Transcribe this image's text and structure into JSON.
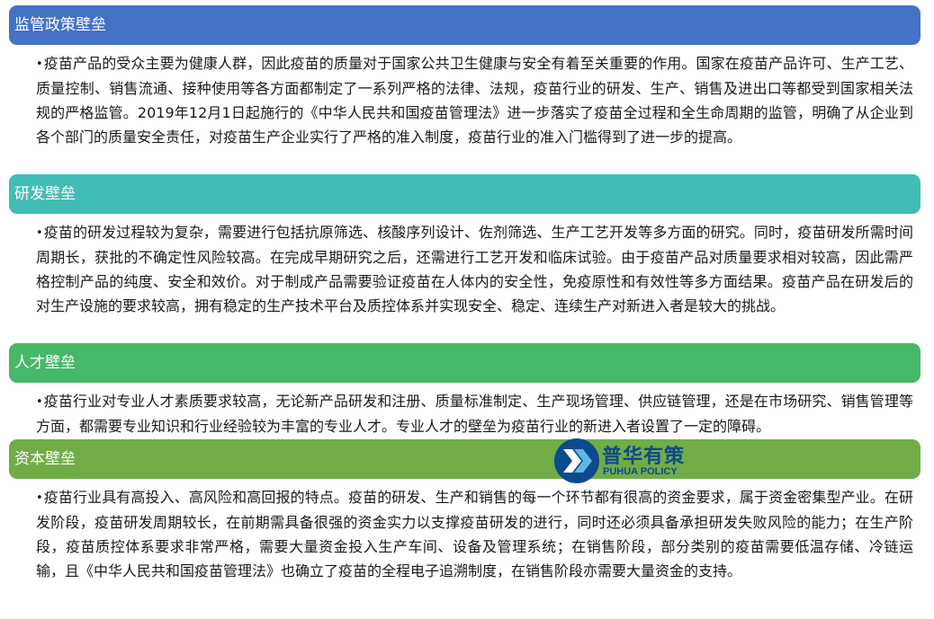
{
  "colors": {
    "regulatory_header": "#4472c4",
    "rnd_header": "#42bdb5",
    "talent_header": "#47b868",
    "capital_header": "#70ad47",
    "logo_blue": "#0d4a8c"
  },
  "bullet": "•",
  "sections": [
    {
      "title": "监管政策壁垒",
      "text": "疫苗产品的受众主要为健康人群，因此疫苗的质量对于国家公共卫生健康与安全有着至关重要的作用。国家在疫苗产品许可、生产工艺、质量控制、销售流通、接种使用等各方面都制定了一系列严格的法律、法规，疫苗行业的研发、生产、销售及进出口等都受到国家相关法规的严格监管。2019年12月1日起施行的《中华人民共和国疫苗管理法》进一步落实了疫苗全过程和全生命周期的监管，明确了从企业到各个部门的质量安全责任，对疫苗生产企业实行了严格的准入制度，疫苗行业的准入门槛得到了进一步的提高。"
    },
    {
      "title": "研发壁垒",
      "text": "疫苗的研发过程较为复杂，需要进行包括抗原筛选、核酸序列设计、佐剂筛选、生产工艺开发等多方面的研究。同时，疫苗研发所需时间周期长，获批的不确定性风险较高。在完成早期研究之后，还需进行工艺开发和临床试验。由于疫苗产品对质量要求相对较高，因此需严格控制产品的纯度、安全和效价。对于制成产品需要验证疫苗在人体内的安全性，免疫原性和有效性等多方面结果。疫苗产品在研发后的对生产设施的要求较高，拥有稳定的生产技术平台及质控体系并实现安全、稳定、连续生产对新进入者是较大的挑战。"
    },
    {
      "title": "人才壁垒",
      "text": "疫苗行业对专业人才素质要求较高，无论新产品研发和注册、质量标准制定、生产现场管理、供应链管理，还是在市场研究、销售管理等方面，都需要专业知识和行业经验较为丰富的专业人才。专业人才的壁垒为疫苗行业的新进入者设置了一定的障碍。"
    },
    {
      "title": "资本壁垒",
      "text": "疫苗行业具有高投入、高风险和高回报的特点。疫苗的研发、生产和销售的每一个环节都有很高的资金要求，属于资金密集型产业。在研发阶段，疫苗研发周期较长，在前期需具备很强的资金实力以支撑疫苗研发的进行，同时还必须具备承担研发失败风险的能力；在生产阶段，疫苗质控体系要求非常严格，需要大量资金投入生产车间、设备及管理系统；在销售阶段，部分类别的疫苗需要低温存储、冷链运输，且《中华人民共和国疫苗管理法》也确立了疫苗的全程电子追溯制度，在销售阶段亦需要大量资金的支持。"
    }
  ],
  "logo": {
    "name_cn": "普华有策",
    "name_en": "PUHUA POLICY"
  }
}
